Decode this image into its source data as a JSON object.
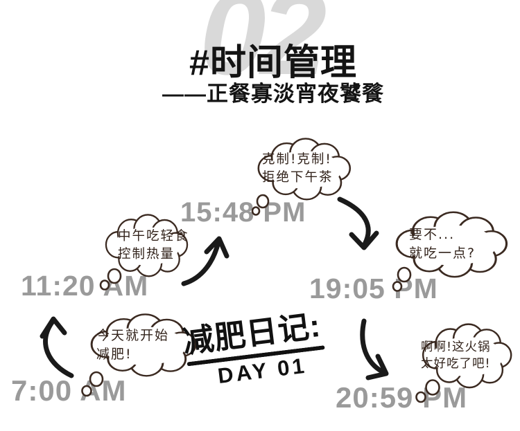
{
  "header": {
    "watermark": "02",
    "title": "#时间管理",
    "subtitle": "——正餐寡淡宵夜饕餮"
  },
  "center": {
    "title": "减肥日记:",
    "day": "DAY 01"
  },
  "timeline": [
    {
      "time": "7:00 AM",
      "thought_line1": "今天就开始",
      "thought_line2": "减肥!"
    },
    {
      "time": "11:20 AM",
      "thought_line1": "中午吃轻食",
      "thought_line2": "控制热量"
    },
    {
      "time": "15:48 PM",
      "thought_line1": "克制!克制!",
      "thought_line2": "拒绝下午茶"
    },
    {
      "time": "19:05 PM",
      "thought_line1": "要不...",
      "thought_line2": "就吃一点?"
    },
    {
      "time": "20:59 PM",
      "thought_line1": "啊啊!这火锅",
      "thought_line2": "太好吃了吧!"
    }
  ],
  "colors": {
    "background": "#ffffff",
    "time_label": "#9a9a9a",
    "watermark": "#d9d9d9",
    "ink": "#141414",
    "bubble_outline": "#3b2a21",
    "bubble_text": "#32231b"
  }
}
